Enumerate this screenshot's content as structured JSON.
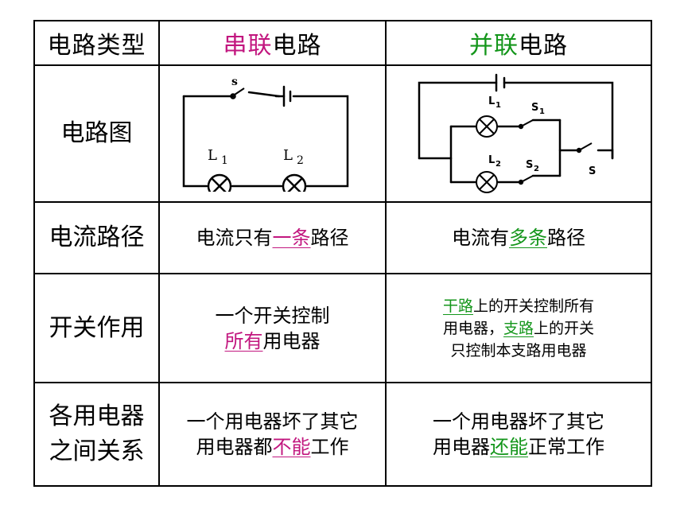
{
  "header": {
    "col1": "电路类型",
    "series_accent": "串联",
    "series_rest": "电路",
    "parallel_accent": "并联",
    "parallel_rest": "电路"
  },
  "rows": {
    "diagram": {
      "label": "电路图"
    },
    "path": {
      "label": "电流路径",
      "series": {
        "pre": "电流只有",
        "em": "一条",
        "post": "路径"
      },
      "parallel": {
        "pre": "电流有",
        "em": "多条",
        "post": "路径"
      }
    },
    "switch": {
      "label": "开关作用",
      "series": {
        "line1": "一个开关控制",
        "em": "所有",
        "post": "用电器"
      },
      "parallel": {
        "em1": "干路",
        "mid1": "上的开关控制所有",
        "pre2": "用电器，",
        "em2": "支路",
        "mid2": "上的开关",
        "line3": "只控制本支路用电器"
      }
    },
    "relation": {
      "label_line1": "各用电器",
      "label_line2": "之间关系",
      "series": {
        "line1": "一个用电器坏了其它",
        "pre": "用电器都",
        "em": "不能",
        "post": "工作"
      },
      "parallel": {
        "line1": "一个用电器坏了其它",
        "pre": "用电器",
        "em": "还能",
        "post": "正常工作"
      }
    }
  },
  "diagrams": {
    "series": {
      "switch_label": "s",
      "lamp1_letter": "L",
      "lamp1_sub": "1",
      "lamp2_letter": "L",
      "lamp2_sub": "2"
    },
    "parallel": {
      "lamp1_letter": "L",
      "lamp1_sub": "1",
      "s1_letter": "S",
      "s1_sub": "1",
      "lamp2_letter": "L",
      "lamp2_sub": "2",
      "s2_letter": "S",
      "s2_sub": "2",
      "main_switch": "S"
    }
  },
  "colors": {
    "series_accent": "#c2177f",
    "parallel_accent": "#14961b"
  }
}
